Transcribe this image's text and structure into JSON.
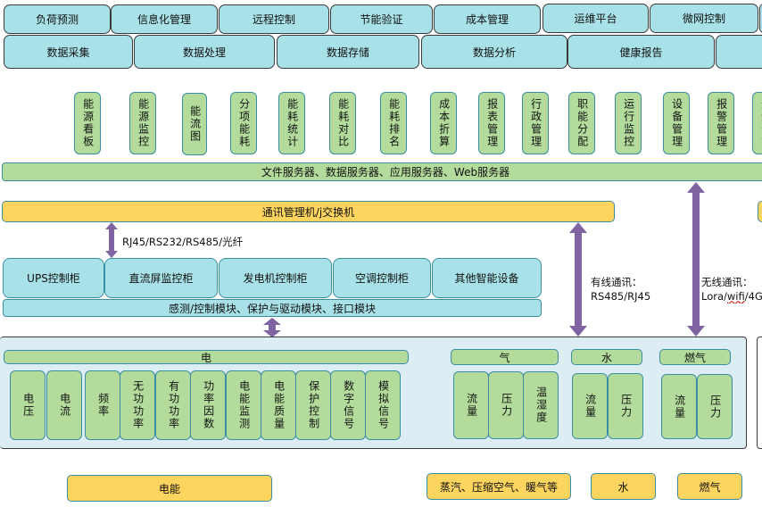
{
  "top_row_1": [
    "负荷预测",
    "信息化管理",
    "远程控制",
    "节能验证",
    "成本管理",
    "运维平台",
    "微网控制"
  ],
  "top_row_2": [
    "数据采集",
    "数据处理",
    "数据存储",
    "数据分析",
    "健康报告",
    ""
  ],
  "functions": [
    "能源看板",
    "能源监控",
    "能流图",
    "分项能耗",
    "能耗统计",
    "能耗对比",
    "能耗排名",
    "成本折算",
    "报表管理",
    "行政管理",
    "职能分配",
    "运行监控",
    "设备管理",
    "报警管理",
    "通知分管"
  ],
  "server_bar": "文件服务器、数据服务器、应用服务器、Web服务器",
  "comm_manager": "通讯管理机/j交换机",
  "link_label_left": "RJ45/RS232/RS485/光纤",
  "wired_label": {
    "title": "有线通讯：",
    "value": "RS485/RJ45"
  },
  "wireless_label": {
    "title": "无线通讯：",
    "prefix": "Lora/",
    "spell": "wifi",
    "suffix": "/4G"
  },
  "cabinets": [
    "UPS控制柜",
    "直流屏监控柜",
    "发电机控制柜",
    "空调控制柜",
    "其他智能设备"
  ],
  "module_bar": "感测/控制模块、保护与驱动模块、接口模块",
  "electric": {
    "header": "电",
    "items": [
      "电压",
      "电流",
      "频率",
      "无功功率",
      "有功功率",
      "功率因数",
      "电能监测",
      "电能质量",
      "保护控制",
      "数字信号",
      "模拟信号"
    ]
  },
  "gas": {
    "header": "气",
    "items": [
      "流量",
      "压力",
      "温湿度"
    ]
  },
  "water": {
    "header": "水",
    "items": [
      "流量",
      "压力"
    ]
  },
  "fuel_gas": {
    "header": "燃气",
    "items": [
      "流量",
      "压力"
    ]
  },
  "sources": [
    "电能",
    "蒸汽、压缩空气、暖气等",
    "水",
    "燃气"
  ],
  "colors": {
    "cyan": "#a8e1e8",
    "green": "#b3dc9c",
    "yellow": "#fcd45e",
    "arrow": "#8064a2",
    "panel": "#dcedf3"
  }
}
